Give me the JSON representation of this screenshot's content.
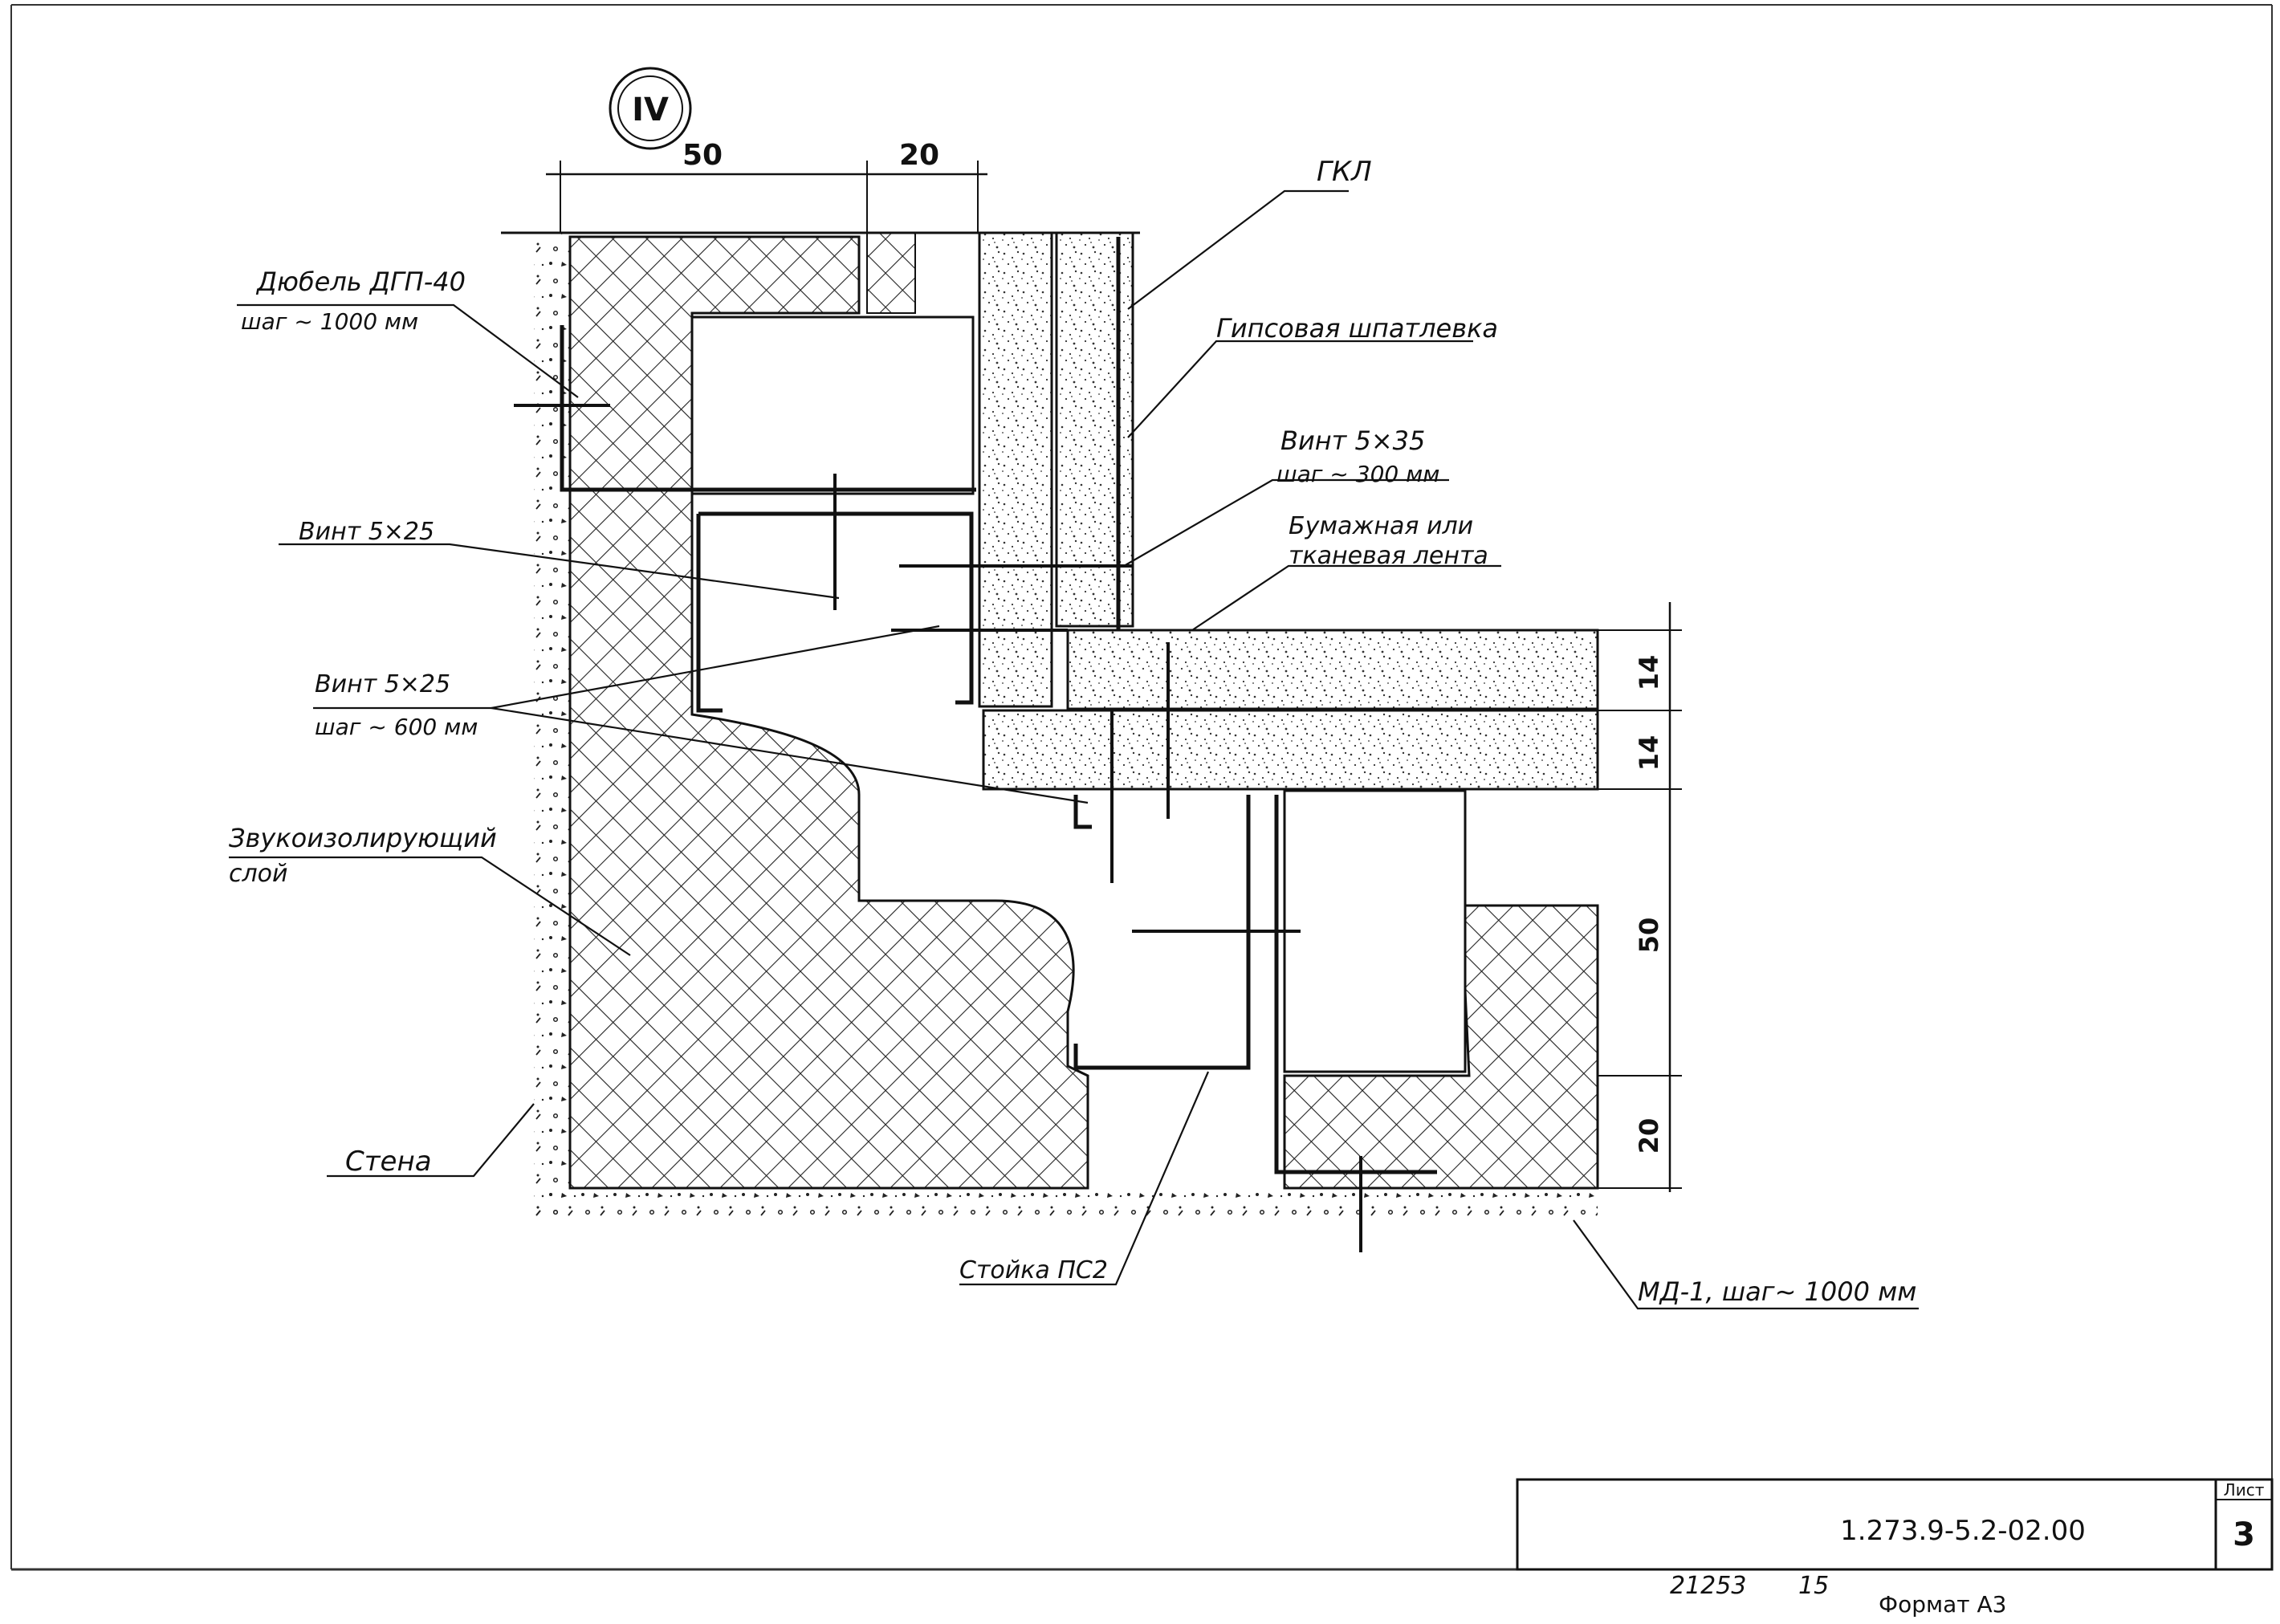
{
  "section_mark": "IV",
  "dimensions": {
    "top_left": "50",
    "top_right": "20",
    "right_1": "14",
    "right_2": "14",
    "right_3": "50",
    "right_4": "20"
  },
  "labels": {
    "gkl": "ГКЛ",
    "dowel_1": "Дюбель ДГП-40",
    "dowel_2": "шаг ~ 1000 мм",
    "plaster": "Гипсовая шпатлевка",
    "screw35_1": "Винт 5×35",
    "screw35_2": "шаг ~ 300 мм",
    "tape_1": "Бумажная   или",
    "tape_2": "тканевая  лента",
    "screw25": "Винт 5×25",
    "screw25s_1": "Винт 5×25",
    "screw25s_2": "шаг ~ 600 мм",
    "sound_1": "Звукоизолирующий",
    "sound_2": "слой",
    "wall": "Стена",
    "stud": "Стойка ПС2",
    "md": "МД-1, шаг~ 1000 мм"
  },
  "title_block": {
    "code": "1.273.9-5.2-02.00",
    "sheet_label": "Лист",
    "sheet_number": "3"
  },
  "footer": {
    "inv_number": "21253",
    "inv_sub": "15",
    "format": "Формат  А3"
  }
}
